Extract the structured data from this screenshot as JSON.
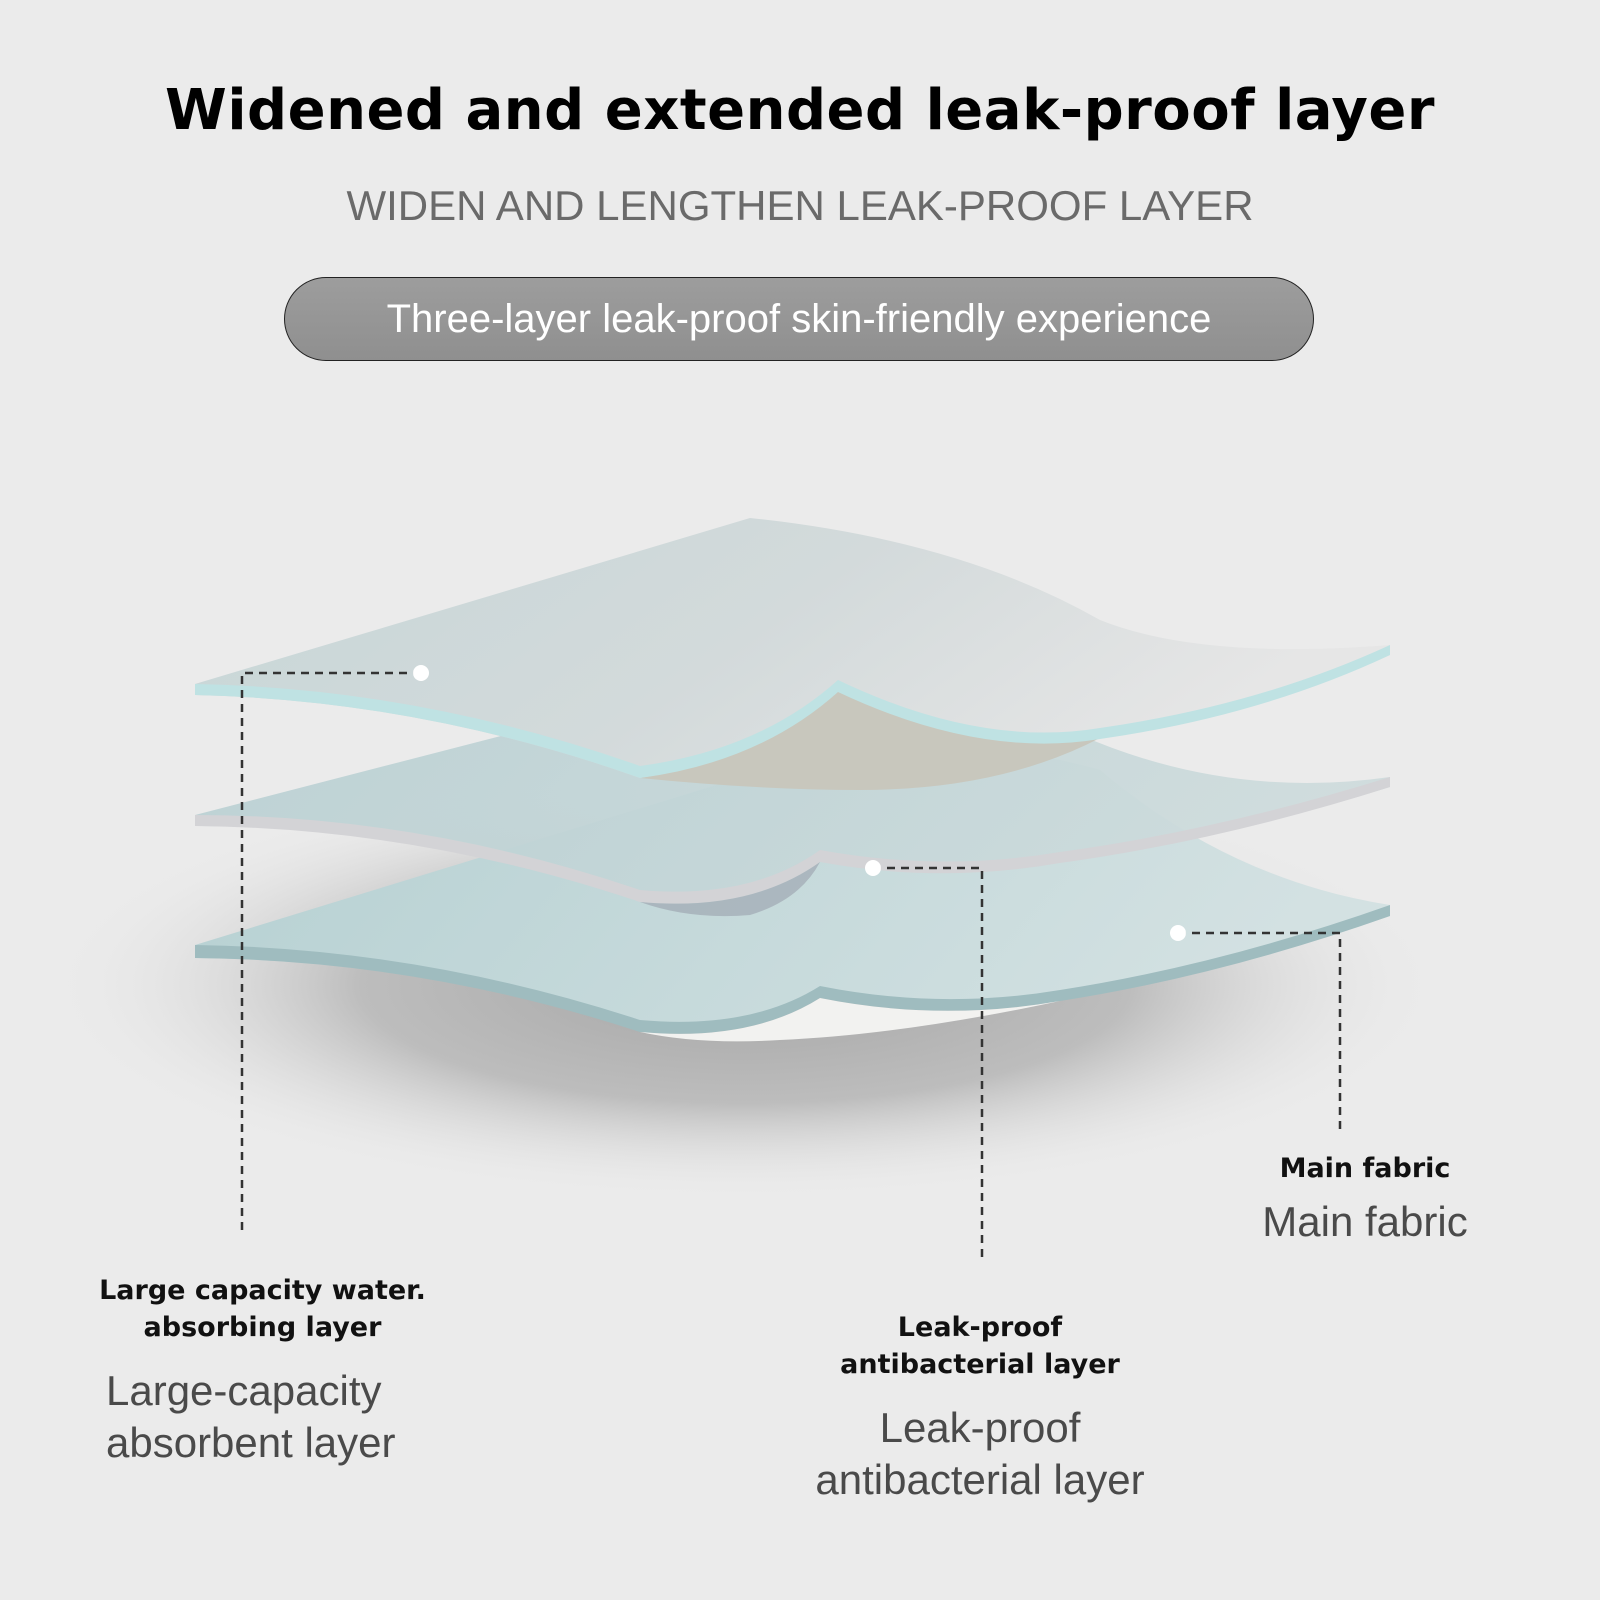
{
  "header": {
    "title": "Widened and extended leak-proof layer",
    "subtitle": "WIDEN AND LENGTHEN LEAK-PROOF LAYER",
    "pill_text": "Three-layer leak-proof skin-friendly experience"
  },
  "layers": [
    {
      "small_label": [
        "Large capacity water.",
        "absorbing layer"
      ],
      "big_label": [
        "Large-capacity",
        "absorbent layer"
      ]
    },
    {
      "small_label": [
        "Leak-proof",
        "antibacterial layer"
      ],
      "big_label": [
        "Leak-proof",
        "antibacterial layer"
      ]
    },
    {
      "small_label": [
        "Main fabric"
      ],
      "big_label": [
        "Main fabric"
      ]
    }
  ],
  "colors": {
    "background": "#ebebeb",
    "sheet_top": "#cfdadb",
    "sheet_edge": "#bfe2e3",
    "pill_fill": "#999999"
  }
}
